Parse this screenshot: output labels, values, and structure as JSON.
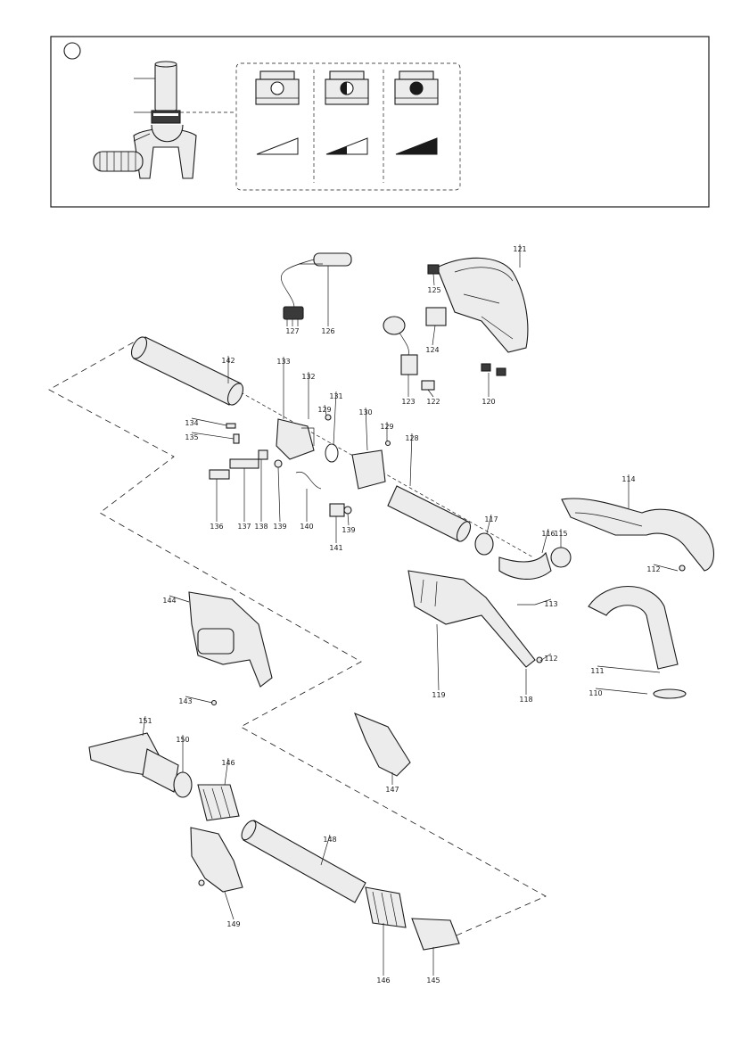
{
  "detail_panel": {
    "marker_letter": "",
    "settings": [
      {
        "name": "setting-low",
        "fill": 0.0
      },
      {
        "name": "setting-medium",
        "fill": 0.5
      },
      {
        "name": "setting-high",
        "fill": 1.0
      }
    ]
  },
  "parts": [
    {
      "id": "p110",
      "label": "110"
    },
    {
      "id": "p111",
      "label": "111"
    },
    {
      "id": "p112a",
      "label": "112"
    },
    {
      "id": "p112b",
      "label": "112"
    },
    {
      "id": "p113",
      "label": "113"
    },
    {
      "id": "p114",
      "label": "114"
    },
    {
      "id": "p115",
      "label": "115"
    },
    {
      "id": "p116",
      "label": "116"
    },
    {
      "id": "p117",
      "label": "117"
    },
    {
      "id": "p118",
      "label": "118"
    },
    {
      "id": "p119",
      "label": "119"
    },
    {
      "id": "p120",
      "label": "120"
    },
    {
      "id": "p121",
      "label": "121"
    },
    {
      "id": "p122",
      "label": "122"
    },
    {
      "id": "p123",
      "label": "123"
    },
    {
      "id": "p124",
      "label": "124"
    },
    {
      "id": "p125",
      "label": "125"
    },
    {
      "id": "p126",
      "label": "126"
    },
    {
      "id": "p127",
      "label": "127"
    },
    {
      "id": "p128",
      "label": "128"
    },
    {
      "id": "p129a",
      "label": "129"
    },
    {
      "id": "p129b",
      "label": "129"
    },
    {
      "id": "p130",
      "label": "130"
    },
    {
      "id": "p131",
      "label": "131"
    },
    {
      "id": "p132",
      "label": "132"
    },
    {
      "id": "p133",
      "label": "133"
    },
    {
      "id": "p134",
      "label": "134"
    },
    {
      "id": "p135",
      "label": "135"
    },
    {
      "id": "p136",
      "label": "136"
    },
    {
      "id": "p137",
      "label": "137"
    },
    {
      "id": "p138",
      "label": "138"
    },
    {
      "id": "p139a",
      "label": "139"
    },
    {
      "id": "p139b",
      "label": "139"
    },
    {
      "id": "p140",
      "label": "140"
    },
    {
      "id": "p141",
      "label": "141"
    },
    {
      "id": "p142",
      "label": "142"
    },
    {
      "id": "p143",
      "label": "143"
    },
    {
      "id": "p144",
      "label": "144"
    },
    {
      "id": "p145",
      "label": "145"
    },
    {
      "id": "p146a",
      "label": "146"
    },
    {
      "id": "p146b",
      "label": "146"
    },
    {
      "id": "p147",
      "label": "147"
    },
    {
      "id": "p148",
      "label": "148"
    },
    {
      "id": "p149",
      "label": "149"
    },
    {
      "id": "p150",
      "label": "150"
    },
    {
      "id": "p151",
      "label": "151"
    }
  ]
}
